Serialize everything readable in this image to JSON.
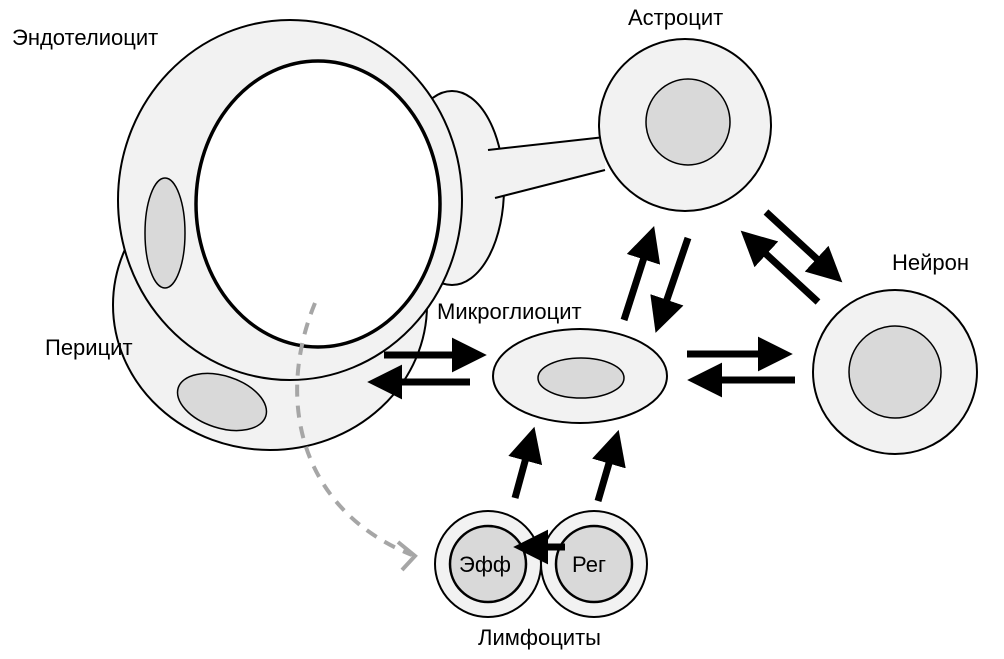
{
  "labels": {
    "endothelial": "Эндотелиоцит",
    "astrocyte": "Астроцит",
    "neuron": "Нейрон",
    "microglia": "Микроглиоцит",
    "pericyte": "Перицит",
    "lymphocytes": "Лимфоциты",
    "effector": "Эфф",
    "regulatory": "Рег"
  },
  "colors": {
    "cell_fill": "#f2f2f2",
    "nucleus_fill": "#d9d9d9",
    "arrow": "#000000",
    "dashed_path": "#a6a6a6"
  }
}
